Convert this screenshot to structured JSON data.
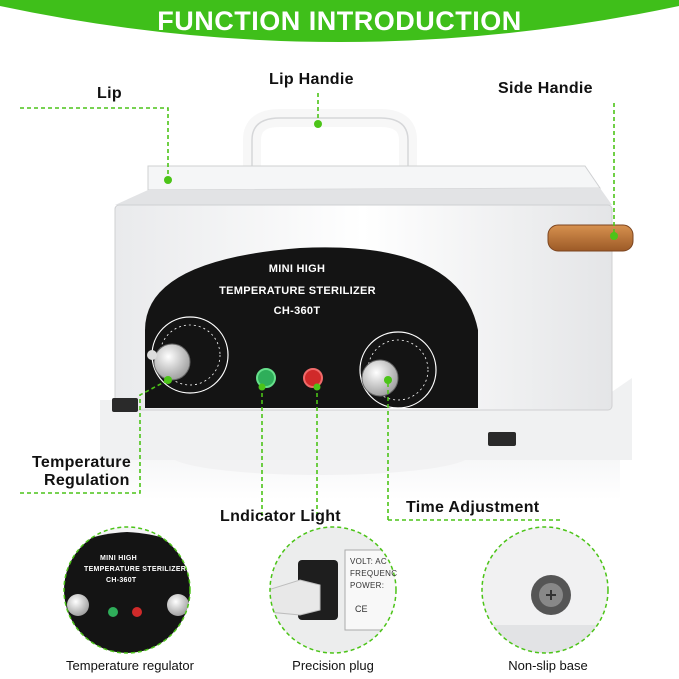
{
  "header": {
    "title": "FUNCTION INTRODUCTION"
  },
  "callouts": {
    "lip": "Lip",
    "lip_handle": "Lip Handie",
    "side_handle": "Side Handie",
    "temperature_regulation_line1": "Temperature",
    "temperature_regulation_line2": "Regulation",
    "indicator_light": "Lndicator Light",
    "time_adjustment": "Time Adjustment"
  },
  "device_panel": {
    "line1": "MINI HIGH",
    "line2": "TEMPERATURE STERILIZER",
    "line3": "CH-360T"
  },
  "detail_panels": [
    {
      "caption": "Temperature regulator",
      "panel_line1": "MINI HIGH",
      "panel_line2": "TEMPERATURE STERILIZER",
      "panel_line3": "CH-360T"
    },
    {
      "caption": "Precision plug",
      "label_lines": [
        "VOLT: AC",
        "FREQUENC",
        "POWER:"
      ]
    },
    {
      "caption": "Non-slip base"
    }
  ],
  "colors": {
    "accent_green": "#4cc418",
    "banner_green": "#3fbf1a",
    "handle_wood": "#c07a3e",
    "panel_black": "#141414"
  }
}
